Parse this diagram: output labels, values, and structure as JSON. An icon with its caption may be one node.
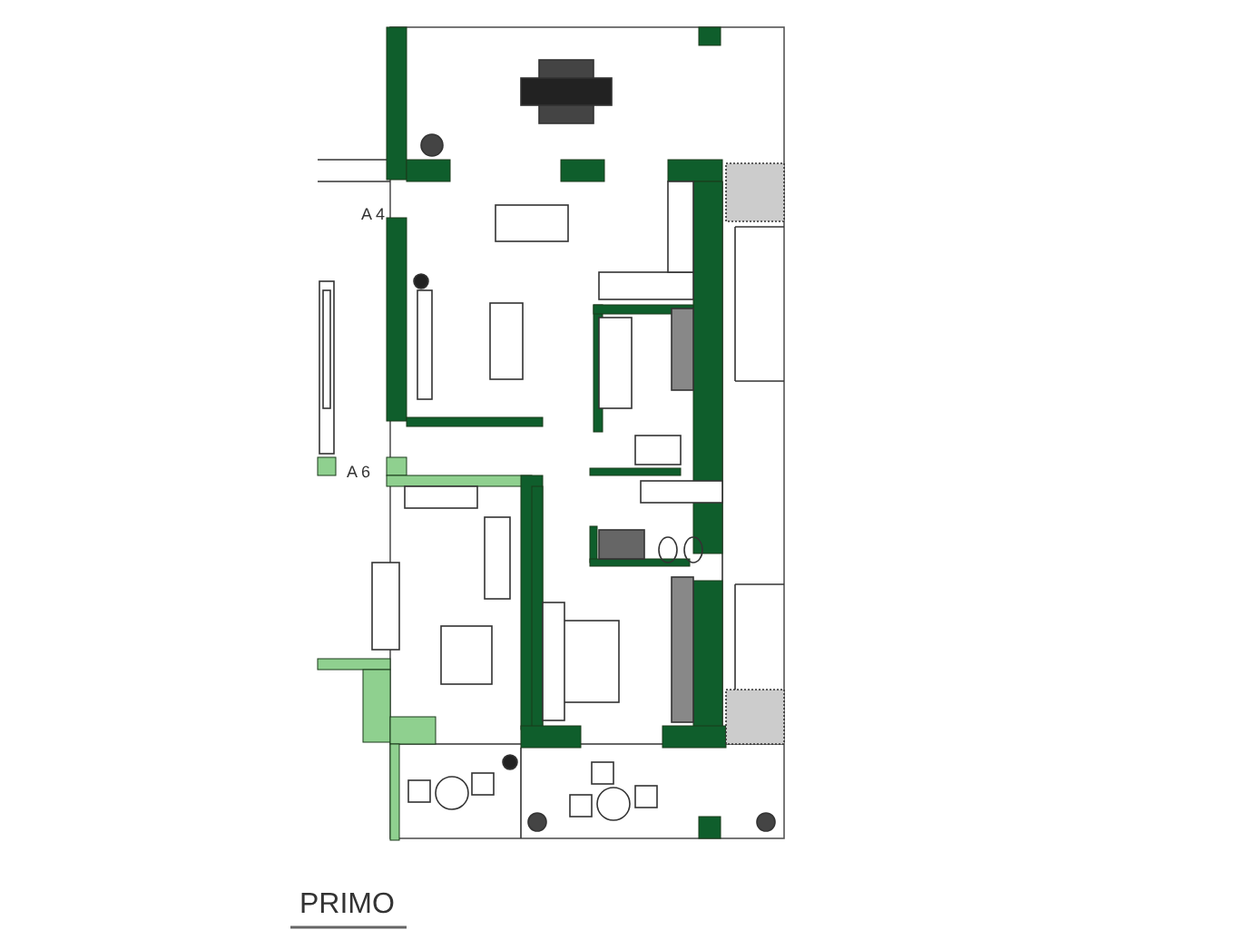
{
  "diagram": {
    "labels": [
      "A 4",
      "A 6",
      "PRIMO"
    ]
  }
}
